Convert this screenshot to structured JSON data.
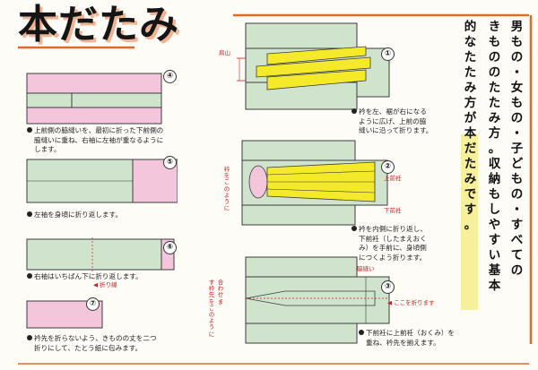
{
  "title": "本だたみ",
  "lead": [
    "男もの・女もの・子どもの・すべての",
    "きもののたたみ方。収納もしやすい基本",
    "的なたたみ方が本だたみです。"
  ],
  "steps": {
    "s1": {
      "num": "①",
      "label": "肩山",
      "caption": [
        "衿を左、裾が右になる",
        "ように広げ、上前の脇",
        "縫いに沿って折ります。"
      ]
    },
    "s2": {
      "num": "②",
      "label_vertical": "衿をこのように",
      "label_upper": "上前衽",
      "label_lower": "下前衽",
      "caption": [
        "衿を内側に折り返し、",
        "下前衽（したまえおく",
        "み）を手前に、身頃側",
        "につくよう折ります。"
      ]
    },
    "s3": {
      "num": "③",
      "label_seam": "脇縫い",
      "label_vertical": "合わせます衿先をこのように",
      "label_hem": "◀ ここを折ります",
      "caption": [
        "下前衽に上前衽（おくみ）を",
        "重ね、衿先を揃えます。"
      ]
    },
    "s4": {
      "num": "④",
      "caption": [
        "上前側の脇縫いを、最初に折った下前側の",
        "脇縫いに重ね、右袖に左袖が重なるように",
        "します。"
      ]
    },
    "s5": {
      "num": "⑤",
      "caption": [
        "左袖を身頃に折り返します。"
      ]
    },
    "s6": {
      "num": "⑥",
      "label": "◀ 折り線",
      "caption": [
        "右袖はいちばん下に折り返します。"
      ]
    },
    "s7": {
      "num": "⑦",
      "caption": [
        "衿先を折らないよう、きものの丈を二つ",
        "折りにして、たとう紙に包みます。"
      ]
    }
  },
  "colors": {
    "body": "#cfe3cd",
    "sleeve": "#f3c6dc",
    "fold": "#f5ea2a",
    "accent": "#e06a2c",
    "highlight": "#f6f09a",
    "outline": "#3c3c3c"
  }
}
